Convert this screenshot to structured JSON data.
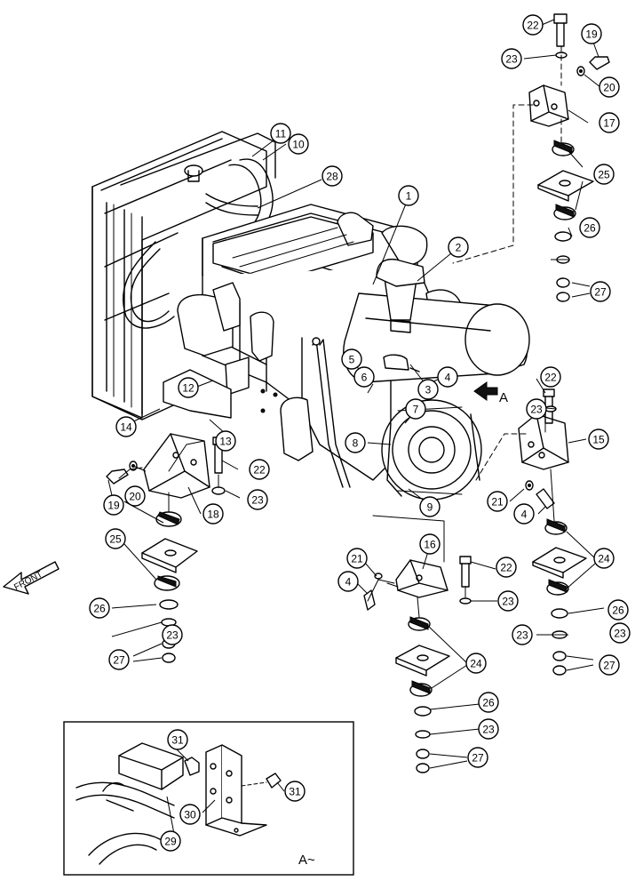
{
  "figure": {
    "view_label": "A",
    "inset_label": "A~",
    "front_label": "FRONT",
    "callouts": [
      {
        "n": "1"
      },
      {
        "n": "2"
      },
      {
        "n": "3"
      },
      {
        "n": "4"
      },
      {
        "n": "4"
      },
      {
        "n": "4"
      },
      {
        "n": "5"
      },
      {
        "n": "6"
      },
      {
        "n": "7"
      },
      {
        "n": "8"
      },
      {
        "n": "9"
      },
      {
        "n": "10"
      },
      {
        "n": "11"
      },
      {
        "n": "12"
      },
      {
        "n": "13"
      },
      {
        "n": "14"
      },
      {
        "n": "15"
      },
      {
        "n": "16"
      },
      {
        "n": "17"
      },
      {
        "n": "18"
      },
      {
        "n": "19"
      },
      {
        "n": "19"
      },
      {
        "n": "20"
      },
      {
        "n": "20"
      },
      {
        "n": "21"
      },
      {
        "n": "21"
      },
      {
        "n": "22"
      },
      {
        "n": "22"
      },
      {
        "n": "22"
      },
      {
        "n": "22"
      },
      {
        "n": "23"
      },
      {
        "n": "23"
      },
      {
        "n": "23"
      },
      {
        "n": "23"
      },
      {
        "n": "23"
      },
      {
        "n": "23"
      },
      {
        "n": "23"
      },
      {
        "n": "23"
      },
      {
        "n": "24"
      },
      {
        "n": "24"
      },
      {
        "n": "25"
      },
      {
        "n": "25"
      },
      {
        "n": "26"
      },
      {
        "n": "26"
      },
      {
        "n": "26"
      },
      {
        "n": "26"
      },
      {
        "n": "27"
      },
      {
        "n": "27"
      },
      {
        "n": "27"
      },
      {
        "n": "27"
      },
      {
        "n": "28"
      },
      {
        "n": "29"
      },
      {
        "n": "30"
      },
      {
        "n": "31"
      },
      {
        "n": "31"
      }
    ]
  }
}
